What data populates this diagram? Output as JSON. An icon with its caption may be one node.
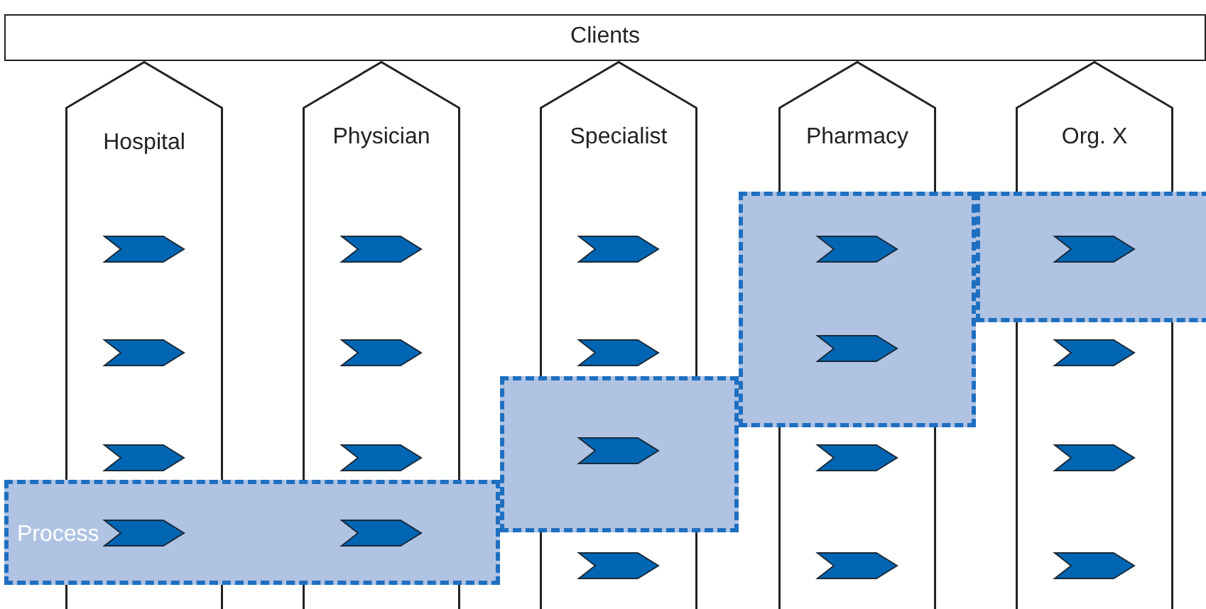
{
  "diagram": {
    "nodes": [
      {
        "text": [
          "Clients"
        ]
      },
      {
        "text": [
          "Hospital"
        ]
      },
      {
        "text": [
          "Physician"
        ]
      },
      {
        "text": [
          "Specialist"
        ]
      },
      {
        "text": [
          "Pharmacy"
        ]
      },
      {
        "text": [
          "Org. X"
        ]
      },
      {
        "text": [
          "Process"
        ]
      },
      {
        "text": [],
        "shape": "box"
      },
      {
        "text": [],
        "shape": "box"
      },
      {
        "text": [],
        "shape": "box"
      }
    ]
  }
}
